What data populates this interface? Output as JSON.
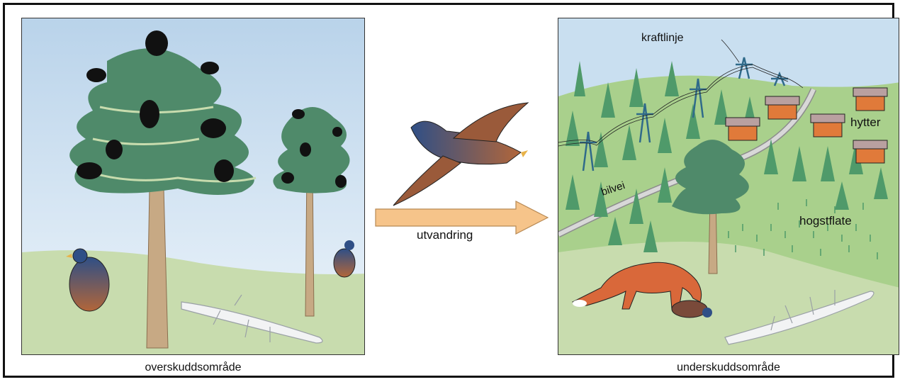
{
  "captions": {
    "left": "overskuddsområde",
    "right": "underskuddsområde"
  },
  "arrow": {
    "label": "utvandring",
    "color": "#f6c48a"
  },
  "labels": {
    "power_line": "kraftlinje",
    "cabins": "hytter",
    "road": "bilvei",
    "clearcut": "hogstflate"
  },
  "colors": {
    "sky": "#c9dff0",
    "ground": "#c8dcae",
    "hill": "#a9d08c",
    "tree": "#4f8a6a",
    "trunk": "#c7a984",
    "pylon": "#2f6a8a",
    "fox": "#d9683a"
  }
}
